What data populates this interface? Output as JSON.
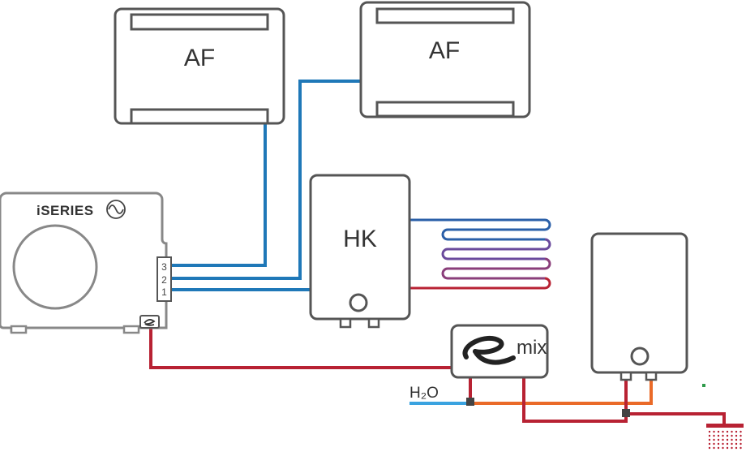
{
  "labels": {
    "fan_coil_1": "AF",
    "fan_coil_2": "AF",
    "heating_circuit": "HK",
    "brand": "iSERIES",
    "ports": [
      "3",
      "2",
      "1"
    ],
    "water": "H₂O",
    "mixer": "mix"
  },
  "colors": {
    "outline": "#555555",
    "outline_light": "#888888",
    "pipe_blue": "#1f78b8",
    "pipe_red": "#b82233",
    "pipe_orange": "#ea6a28",
    "pipe_light_blue": "#3aa3e0",
    "floor_loop_purple": "#6a4a9c",
    "floor_loop_mid": "#8a3e7a"
  },
  "icons": {
    "brand_logo": "sine-wave-circle-icon",
    "mixer_logo": "e-swoosh-icon",
    "shower": "shower-head-icon"
  }
}
